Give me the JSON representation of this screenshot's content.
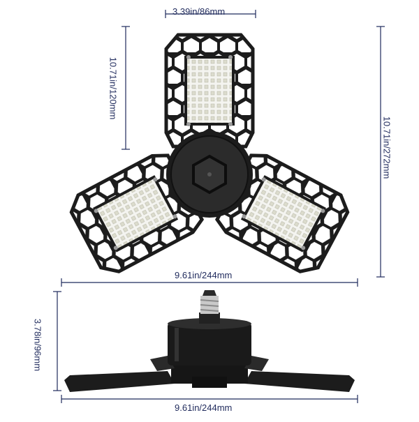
{
  "dimensions": {
    "panel_width": "3.39in/86mm",
    "panel_height": "10.71in/120mm",
    "total_height": "10.71in/272mm",
    "total_width_top": "9.61in/244mm",
    "side_height": "3.78in/96mm",
    "total_width_bottom": "9.61in/244mm"
  },
  "colors": {
    "dimension_line": "#1f2a5c",
    "fixture_body": "#1c1c1c",
    "led_panel": "#f4f4f0",
    "led_chip": "#e2e2d6"
  }
}
